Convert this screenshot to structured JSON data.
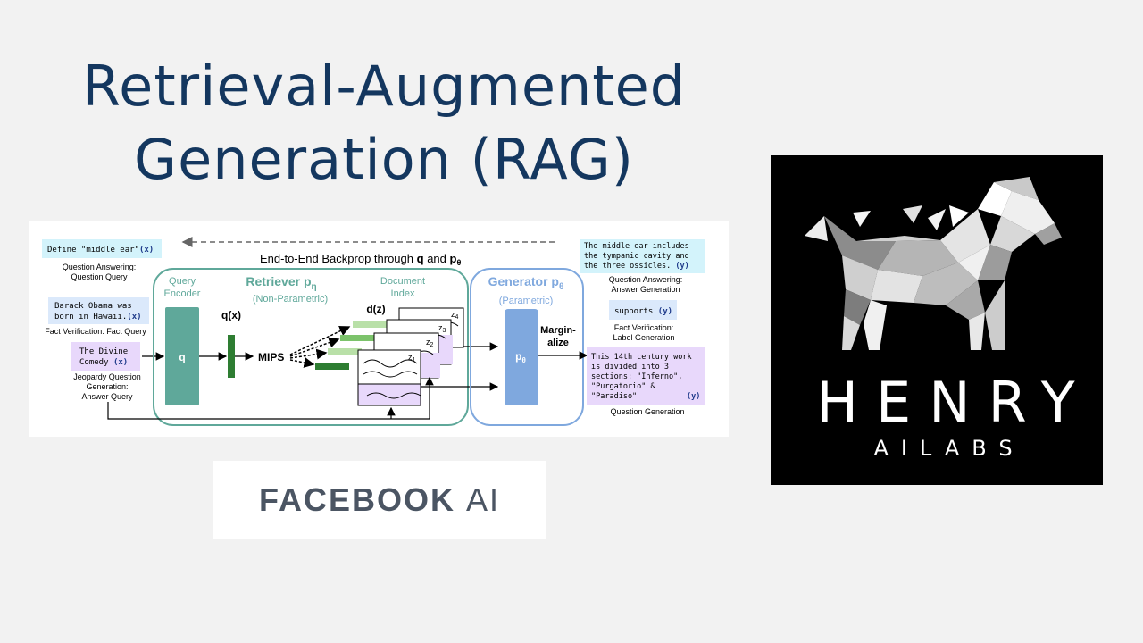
{
  "title": {
    "line1": "Retrieval-Augmented",
    "line2": "Generation (RAG)"
  },
  "diagram": {
    "backprop": {
      "text": "End-to-End Backprop through",
      "q": "q",
      "and": "and",
      "p": "p",
      "sub": "θ"
    },
    "inputs": [
      {
        "text": "Define \"middle ear\"",
        "tag": "(x)",
        "caption": [
          "Question Answering:",
          "Question Query"
        ]
      },
      {
        "text": [
          "Barack Obama was",
          "born in Hawaii."
        ],
        "tag": "(x)",
        "caption": [
          "Fact Verification: Fact Query"
        ]
      },
      {
        "text": [
          "The Divine",
          "Comedy"
        ],
        "tag": "(x)",
        "caption": [
          "Jeopardy Question",
          "Generation:",
          "Answer Query"
        ]
      }
    ],
    "query_encoder": [
      "Query",
      "Encoder"
    ],
    "q": "q",
    "qx": "q(x)",
    "retriever": {
      "title": "Retriever p",
      "sub": "η",
      "note": "(Non-Parametric)"
    },
    "mips": "MIPS",
    "document_index": [
      "Document",
      "Index"
    ],
    "dz": "d(z)",
    "z_labels": [
      "z",
      "z",
      "z",
      "z"
    ],
    "z_subs": [
      "4",
      "3",
      "2",
      "1"
    ],
    "generator": {
      "title": "Generator p",
      "sub": "θ",
      "note": "(Parametric)"
    },
    "p": "p",
    "p_sub": "θ",
    "marginalize": [
      "Margin-",
      "alize"
    ],
    "outputs": [
      {
        "text": [
          "The middle ear includes",
          "the tympanic cavity and",
          "the three ossicles."
        ],
        "tag": "(y)",
        "caption": [
          "Question Answering:",
          "Answer Generation"
        ]
      },
      {
        "text": "supports",
        "tag": "(y)",
        "caption": [
          "Fact Verification:",
          "Label Generation"
        ]
      },
      {
        "text": [
          "This 14th century work",
          "is divided into 3",
          "sections: \"Inferno\",",
          "\"Purgatorio\" &",
          "\"Paradiso\""
        ],
        "tag": "(y)",
        "caption": [
          "Question Generation"
        ]
      }
    ]
  },
  "facebook": {
    "brand": "FACEBOOK",
    "ai": "AI"
  },
  "henry": {
    "name": "HENRY",
    "sub": "AILABS"
  },
  "colors": {
    "title": "#14375f",
    "retriever": "#5fa89a",
    "generator": "#7fa8de",
    "green": "#2e7d32",
    "light_green": "#7cc36b",
    "purple_box": "#e8d8fb",
    "cyan_box": "#d3f3fb",
    "blue_box": "#dbe9fb"
  }
}
